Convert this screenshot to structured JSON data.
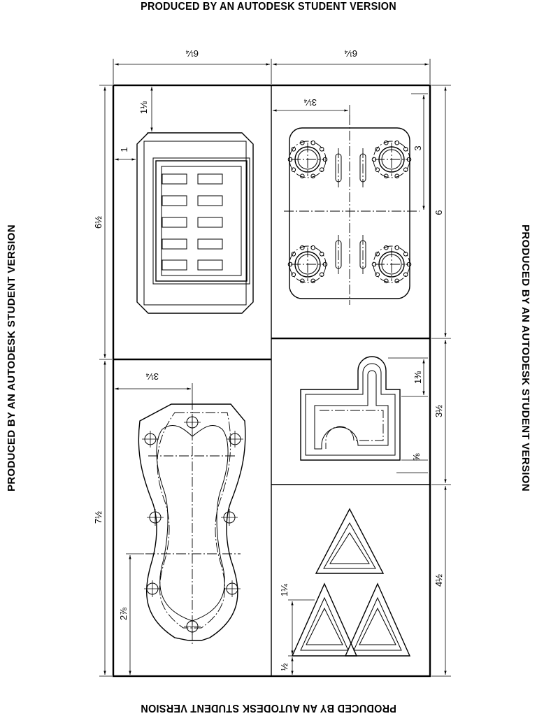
{
  "watermark": {
    "top": "PRODUCED BY AN AUTODESK STUDENT VERSION",
    "bottom": "PRODUCED BY AN AUTODESK STUDENT VERSION",
    "left": "PRODUCED BY AN AUTODESK STUDENT VERSION",
    "right": "PRODUCED BY AN AUTODESK STUDENT VERSION"
  },
  "dimensions": {
    "top_left_width": "6¼",
    "top_right_width": "6¼",
    "left_top_height": "6½",
    "left_bottom_height": "7½",
    "right_top_height": "6",
    "right_mid_height": "3½",
    "right_bottom_height": "4½",
    "grille_offset_top": "1⅛",
    "grille_offset_left": "1",
    "plate_offset_x": "3¼",
    "plate_offset_y": "3",
    "flange_offset_x": "3¼",
    "flange_offset_y": "2⅞",
    "bracket_top": "1⅜",
    "bracket_bottom": "⅝",
    "triangle_top": "1¼",
    "triangle_bottom": "½"
  }
}
